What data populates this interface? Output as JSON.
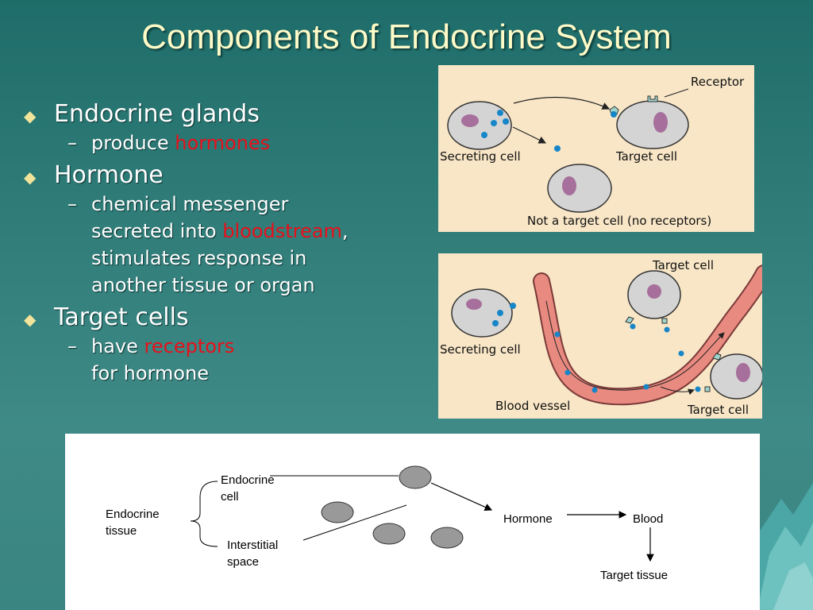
{
  "slide": {
    "title": "Components of Endocrine System",
    "bullets": [
      {
        "label": "Endocrine glands",
        "sub": {
          "text": "produce ",
          "highlight": "hormones"
        }
      },
      {
        "label": "Hormone",
        "sub": {
          "line1": "chemical messenger",
          "line2_pre": "secreted into ",
          "line2_highlight": "bloodstream",
          "line2_post": ",",
          "line3": "stimulates response in",
          "line4": "another tissue or organ"
        }
      },
      {
        "label": "Target cells",
        "sub": {
          "text": "have ",
          "highlight": "receptors",
          "line2": "for hormone"
        }
      }
    ],
    "colors": {
      "title": "#fffbc8",
      "highlight": "#e8101a",
      "bullet": "#f2e49a"
    }
  },
  "figure1": {
    "receptor": "Receptor",
    "secreting_cell": "Secreting cell",
    "target_cell": "Target cell",
    "not_target": "Not a target cell (no receptors)"
  },
  "figure2": {
    "target_cell_top": "Target cell",
    "secreting_cell": "Secreting cell",
    "blood_vessel": "Blood vessel",
    "target_cell_bottom": "Target cell"
  },
  "figure3": {
    "endocrine_cell_1": "Endocrine",
    "endocrine_cell_2": "cell",
    "endocrine_tissue_1": "Endocrine",
    "endocrine_tissue_2": "tissue",
    "interstitial_1": "Interstitial",
    "interstitial_2": "space",
    "hormone": "Hormone",
    "blood": "Blood",
    "target_tissue": "Target tissue"
  }
}
